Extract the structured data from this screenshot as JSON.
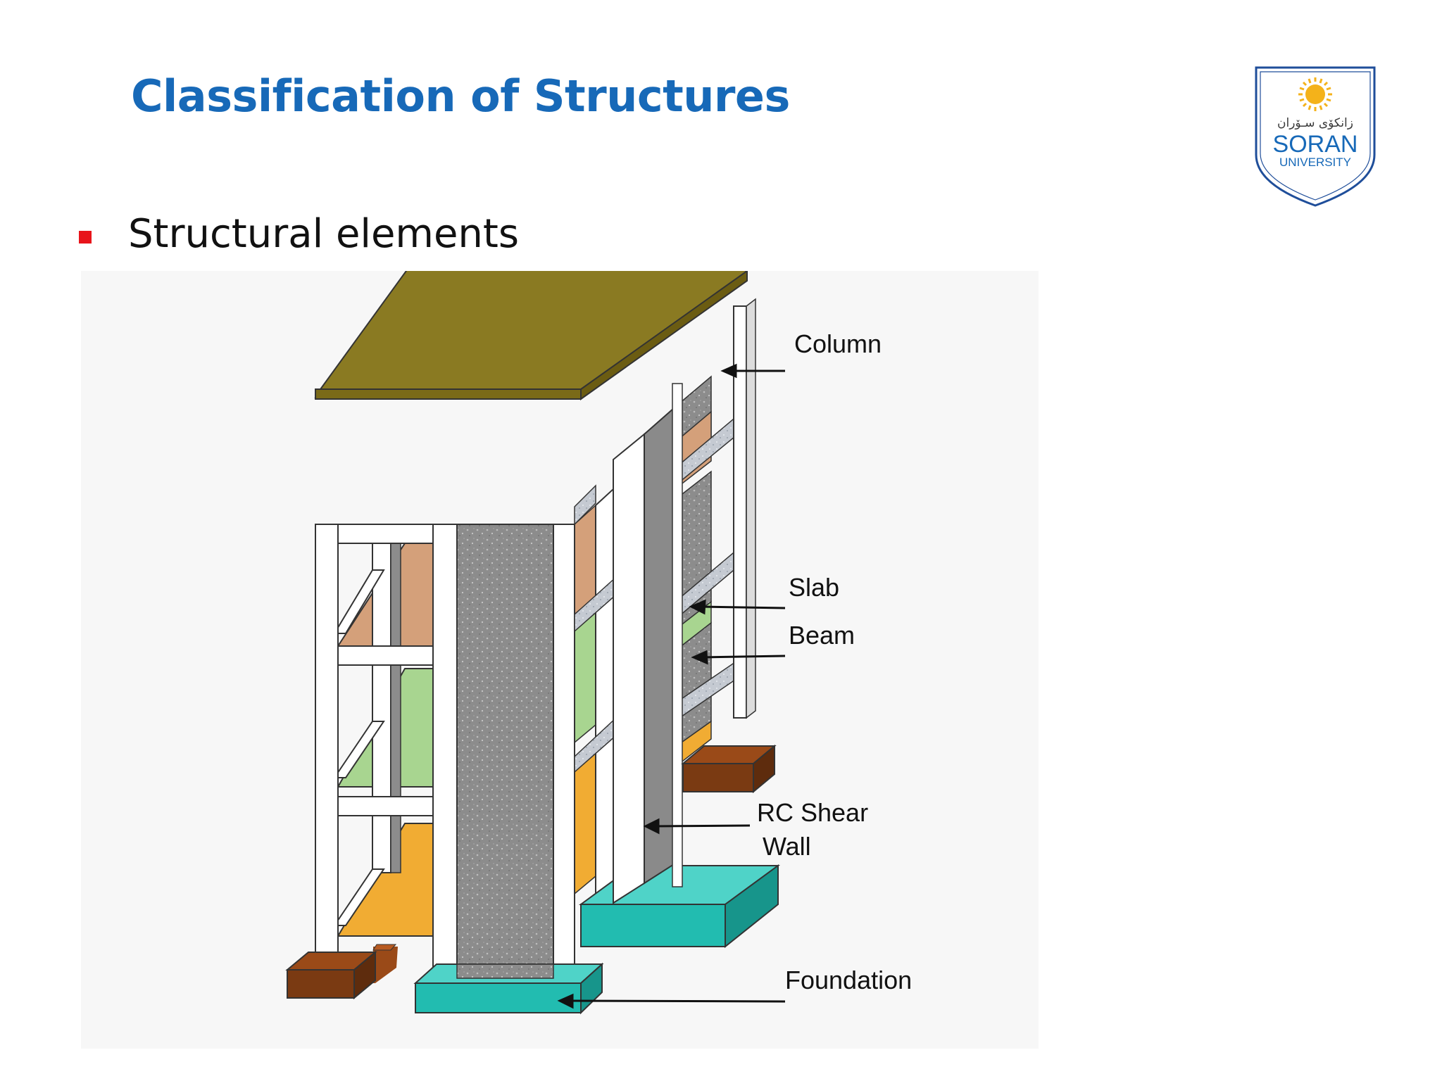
{
  "slide": {
    "title": "Classification of Structures",
    "bullets": [
      "Structural elements"
    ]
  },
  "logo": {
    "arabic_text": "زانكۆی سـۆران",
    "name": "SORAN",
    "subtitle": "UNIVERSITY"
  },
  "diagram": {
    "labels": {
      "column": "Column",
      "slab": "Slab",
      "beam": "Beam",
      "shear_wall_line1": "RC Shear",
      "shear_wall_line2": "Wall",
      "foundation": "Foundation"
    }
  },
  "colors": {
    "title": "#1769b8",
    "bullet": "#e8141b",
    "roof": "#8a7a22",
    "slab_top": "#d4a07a",
    "slab_middle": "#a8d590",
    "slab_bottom": "#f1ac33",
    "shear_wall": "#8f8f8f",
    "foundation_strip": "#22bcb0",
    "footing": "#7a3a12"
  }
}
